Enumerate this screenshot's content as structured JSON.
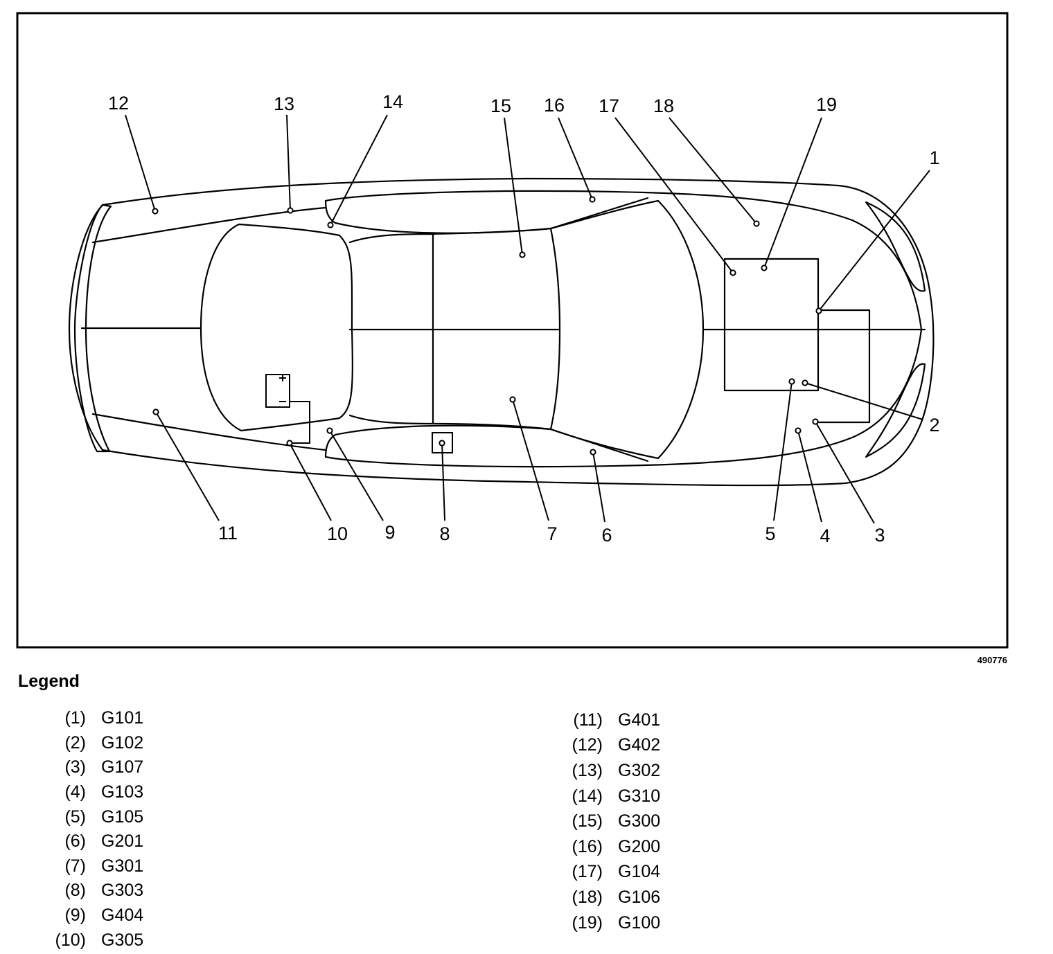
{
  "figure": {
    "id": "490776",
    "callouts": [
      {
        "n": "1",
        "code": "G101"
      },
      {
        "n": "2",
        "code": "G102"
      },
      {
        "n": "3",
        "code": "G107"
      },
      {
        "n": "4",
        "code": "G103"
      },
      {
        "n": "5",
        "code": "G105"
      },
      {
        "n": "6",
        "code": "G201"
      },
      {
        "n": "7",
        "code": "G301"
      },
      {
        "n": "8",
        "code": "G303"
      },
      {
        "n": "9",
        "code": "G404"
      },
      {
        "n": "10",
        "code": "G305"
      },
      {
        "n": "11",
        "code": "G401"
      },
      {
        "n": "12",
        "code": "G402"
      },
      {
        "n": "13",
        "code": "G302"
      },
      {
        "n": "14",
        "code": "G310"
      },
      {
        "n": "15",
        "code": "G300"
      },
      {
        "n": "16",
        "code": "G200"
      },
      {
        "n": "17",
        "code": "G104"
      },
      {
        "n": "18",
        "code": "G106"
      },
      {
        "n": "19",
        "code": "G100"
      }
    ]
  },
  "legend": {
    "title": "Legend",
    "left": [
      {
        "num": "(1)",
        "code": "G101"
      },
      {
        "num": "(2)",
        "code": "G102"
      },
      {
        "num": "(3)",
        "code": "G107"
      },
      {
        "num": "(4)",
        "code": "G103"
      },
      {
        "num": "(5)",
        "code": "G105"
      },
      {
        "num": "(6)",
        "code": "G201"
      },
      {
        "num": "(7)",
        "code": "G301"
      },
      {
        "num": "(8)",
        "code": "G303"
      },
      {
        "num": "(9)",
        "code": "G404"
      },
      {
        "num": "(10)",
        "code": "G305"
      }
    ],
    "right": [
      {
        "num": "(11)",
        "code": "G401"
      },
      {
        "num": "(12)",
        "code": "G402"
      },
      {
        "num": "(13)",
        "code": "G302"
      },
      {
        "num": "(14)",
        "code": "G310"
      },
      {
        "num": "(15)",
        "code": "G300"
      },
      {
        "num": "(16)",
        "code": "G200"
      },
      {
        "num": "(17)",
        "code": "G104"
      },
      {
        "num": "(18)",
        "code": "G106"
      },
      {
        "num": "(19)",
        "code": "G100"
      }
    ]
  }
}
